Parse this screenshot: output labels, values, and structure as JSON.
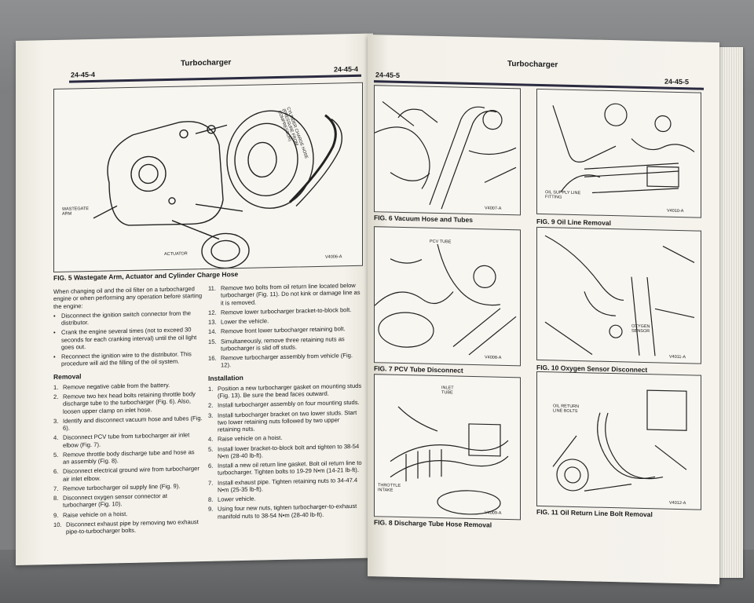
{
  "left_page": {
    "header_title": "Turbocharger",
    "page_num_left": "24-45-4",
    "page_num_right": "24-45-4",
    "fig5": {
      "caption": "FIG. 5 Wastegate Arm, Actuator and Cylinder Charge Hose",
      "label_hose": "CYLINDER CHARGE HOSE (PRESSURE FROM COMPRESSOR)",
      "label_wastegate": "WASTEGATE ARM",
      "label_actuator": "ACTUATOR",
      "fig_id": "V4006-A"
    },
    "intro": "When changing oil and the oil filter on a turbocharged engine or when performing any operation before starting the engine:",
    "bullets": [
      "Disconnect the ignition switch connector from the distributor.",
      "Crank the engine several times (not to exceed 30 seconds for each cranking interval) until the oil light goes out.",
      "Reconnect the ignition wire to the distributor. This procedure will aid the filling of the oil system."
    ],
    "removal_heading": "Removal",
    "removal_steps": [
      {
        "n": "1.",
        "t": "Remove negative cable from the battery."
      },
      {
        "n": "2.",
        "t": "Remove two hex head bolts retaining throttle body discharge tube to the turbocharger (Fig. 6). Also, loosen upper clamp on inlet hose."
      },
      {
        "n": "3.",
        "t": "Identify and disconnect vacuum hose and tubes (Fig. 6)."
      },
      {
        "n": "4.",
        "t": "Disconnect PCV tube from turbocharger air inlet elbow (Fig. 7)."
      },
      {
        "n": "5.",
        "t": "Remove throttle body discharge tube and hose as an assembly (Fig. 8)."
      },
      {
        "n": "6.",
        "t": "Disconnect electrical ground wire from turbocharger air inlet elbow."
      },
      {
        "n": "7.",
        "t": "Remove turbocharger oil supply line (Fig. 9)."
      },
      {
        "n": "8.",
        "t": "Disconnect oxygen sensor connector at turbocharger (Fig. 10)."
      },
      {
        "n": "9.",
        "t": "Raise vehicle on a hoist."
      },
      {
        "n": "10.",
        "t": "Disconnect exhaust pipe by removing two exhaust pipe-to-turbocharger bolts."
      }
    ],
    "col2_steps": [
      {
        "n": "11.",
        "t": "Remove two bolts from oil return line located below turbocharger (Fig. 11). Do not kink or damage line as it is removed."
      },
      {
        "n": "12.",
        "t": "Remove lower turbocharger bracket-to-block bolt."
      },
      {
        "n": "13.",
        "t": "Lower the vehicle."
      },
      {
        "n": "14.",
        "t": "Remove front lower turbocharger retaining bolt."
      },
      {
        "n": "15.",
        "t": "Simultaneously, remove three retaining nuts as turbocharger is slid off studs."
      },
      {
        "n": "16.",
        "t": "Remove turbocharger assembly from vehicle (Fig. 12)."
      }
    ],
    "installation_heading": "Installation",
    "installation_steps": [
      {
        "n": "1.",
        "t": "Position a new turbocharger gasket on mounting studs (Fig. 13). Be sure the bead faces outward."
      },
      {
        "n": "2.",
        "t": "Install turbocharger assembly on four mounting studs."
      },
      {
        "n": "3.",
        "t": "Install turbocharger bracket on two lower studs. Start two lower retaining nuts followed by two upper retaining nuts."
      },
      {
        "n": "4.",
        "t": "Raise vehicle on a hoist."
      },
      {
        "n": "5.",
        "t": "Install lower bracket-to-block bolt and tighten to 38-54 N•m (28-40 lb-ft)."
      },
      {
        "n": "6.",
        "t": "Install a new oil return line gasket. Bolt oil return line to turbocharger. Tighten bolts to 19-29 N•m (14-21 lb-ft)."
      },
      {
        "n": "7.",
        "t": "Install exhaust pipe. Tighten retaining nuts to 34-47.4 N•m (25-35 lb-ft)."
      },
      {
        "n": "8.",
        "t": "Lower vehicle."
      },
      {
        "n": "9.",
        "t": "Using four new nuts, tighten turbocharger-to-exhaust manifold nuts to 38-54 N•m (28-40 lb-ft)."
      }
    ]
  },
  "right_page": {
    "header_title": "Turbocharger",
    "page_num_left": "24-45-5",
    "page_num_right": "24-45-5",
    "figures": [
      {
        "caption": "FIG. 6 Vacuum Hose and Tubes",
        "fig_id": "V4007-A",
        "labels": []
      },
      {
        "caption": "FIG. 9 Oil Line Removal",
        "fig_id": "V4010-A",
        "labels": [
          "OIL SUPPLY LINE FITTING"
        ]
      },
      {
        "caption": "FIG. 7 PCV Tube Disconnect",
        "fig_id": "V4008-A",
        "labels": [
          "PCV TUBE"
        ]
      },
      {
        "caption": "FIG. 10 Oxygen Sensor Disconnect",
        "fig_id": "V4011-A",
        "labels": [
          "OXYGEN SENSOR"
        ]
      },
      {
        "caption": "FIG. 8 Discharge Tube Hose Removal",
        "fig_id": "V4009-A",
        "labels": [
          "INLET TUBE",
          "THROTTLE INTAKE"
        ]
      },
      {
        "caption": "FIG. 11 Oil Return Line Bolt Removal",
        "fig_id": "V4012-A",
        "labels": [
          "OIL RETURN LINE BOLTS"
        ]
      }
    ]
  }
}
